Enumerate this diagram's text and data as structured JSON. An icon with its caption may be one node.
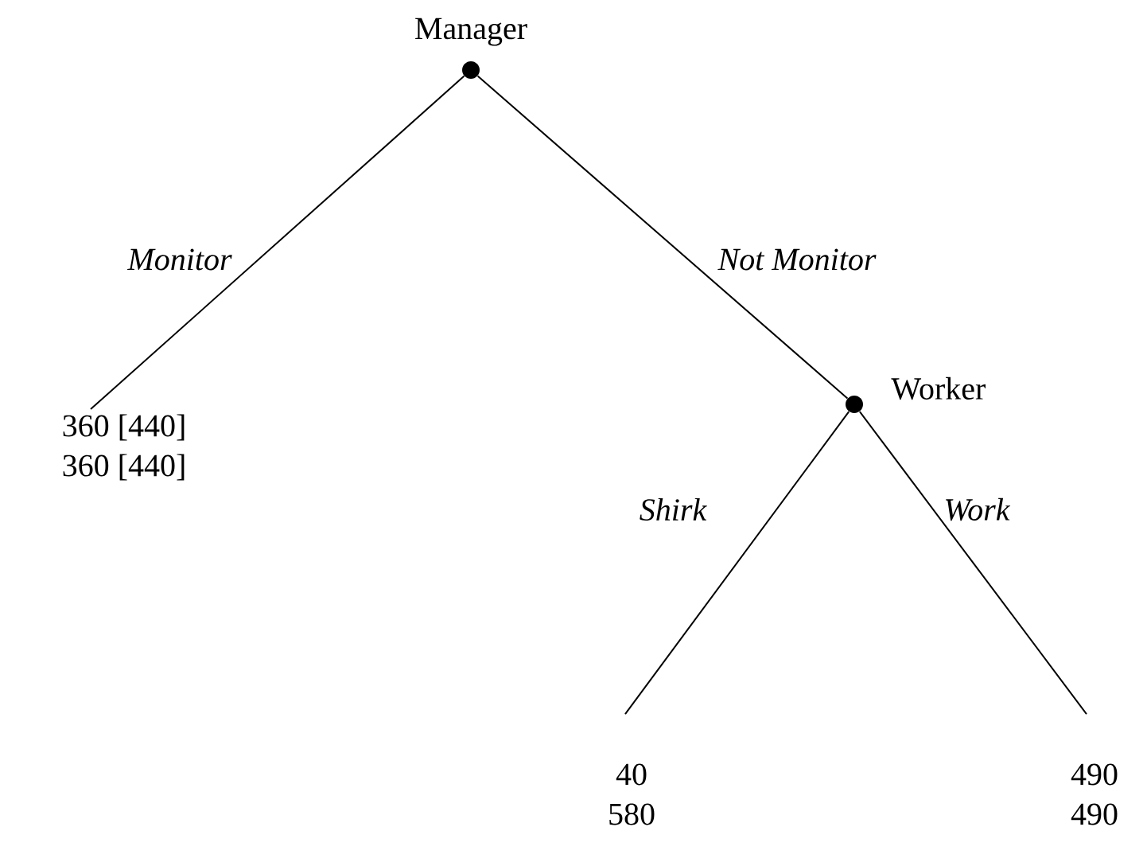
{
  "diagram": {
    "nodes": [
      {
        "text": [],
        "shape": "circle",
        "beside": [
          "Manager"
        ]
      },
      {
        "text": [
          "360 [440]",
          "360 [440]"
        ]
      },
      {
        "text": [],
        "shape": "circle",
        "beside": [
          "Worker"
        ]
      },
      {
        "text": [
          "40",
          "580"
        ]
      },
      {
        "text": [
          "490",
          "490"
        ]
      }
    ],
    "edges": [
      {
        "from": 0,
        "to": 1,
        "arrow": "none",
        "label": "Monitor"
      },
      {
        "from": 0,
        "to": 2,
        "arrow": "none",
        "label": "Not Monitor"
      },
      {
        "from": 2,
        "to": 3,
        "arrow": "none",
        "label": "Shirk"
      },
      {
        "from": 2,
        "to": 4,
        "arrow": "none",
        "label": "Work"
      }
    ]
  }
}
